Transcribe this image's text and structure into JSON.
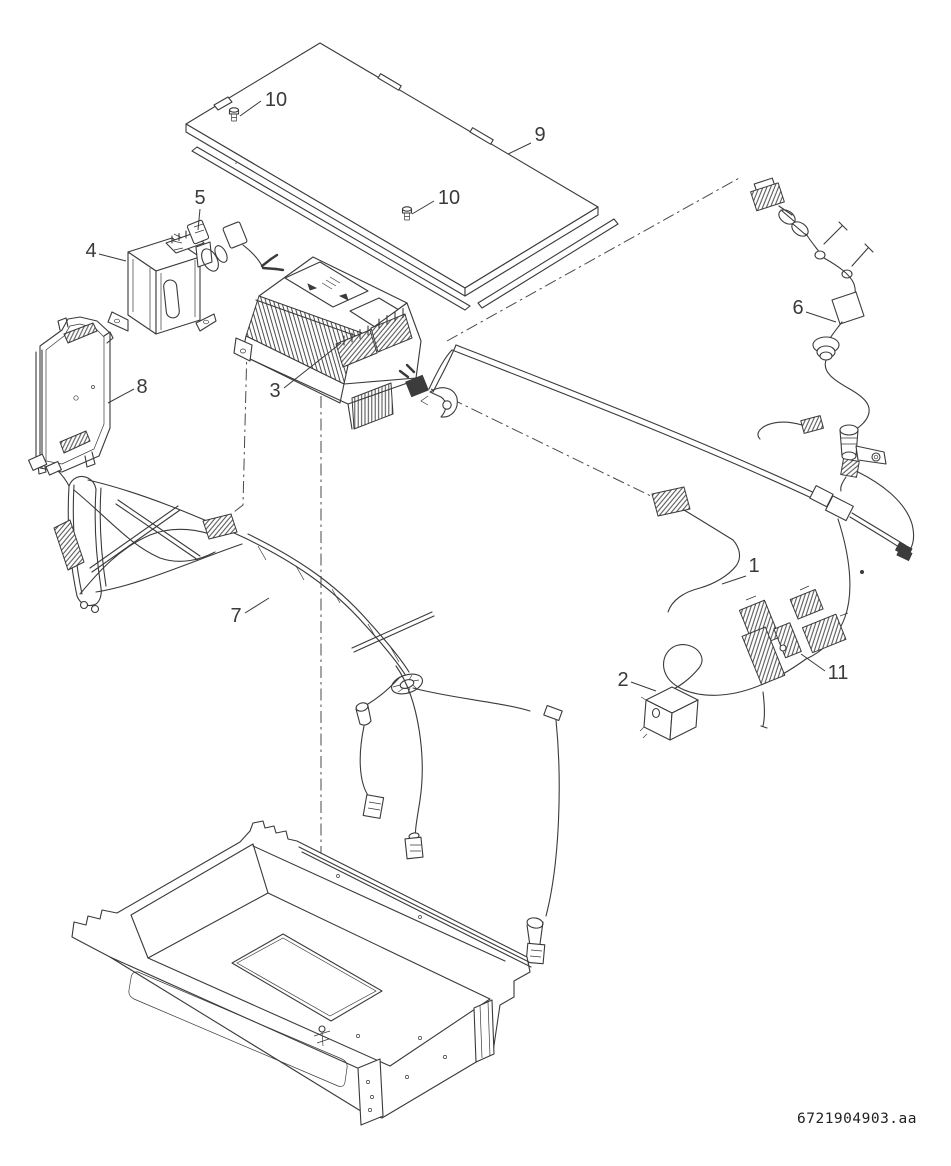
{
  "figure": {
    "kind": "exploded-parts-diagram",
    "part_number": "6721904903.aa"
  },
  "callouts": {
    "n1": "1",
    "n2": "2",
    "n3": "3",
    "n4": "4",
    "n5": "5",
    "n6": "6",
    "n7": "7",
    "n8": "8",
    "n9": "9",
    "n10a": "10",
    "n10b": "10",
    "n11": "11"
  },
  "colors": {
    "ink": "#3a3a3a",
    "background": "#ffffff"
  }
}
